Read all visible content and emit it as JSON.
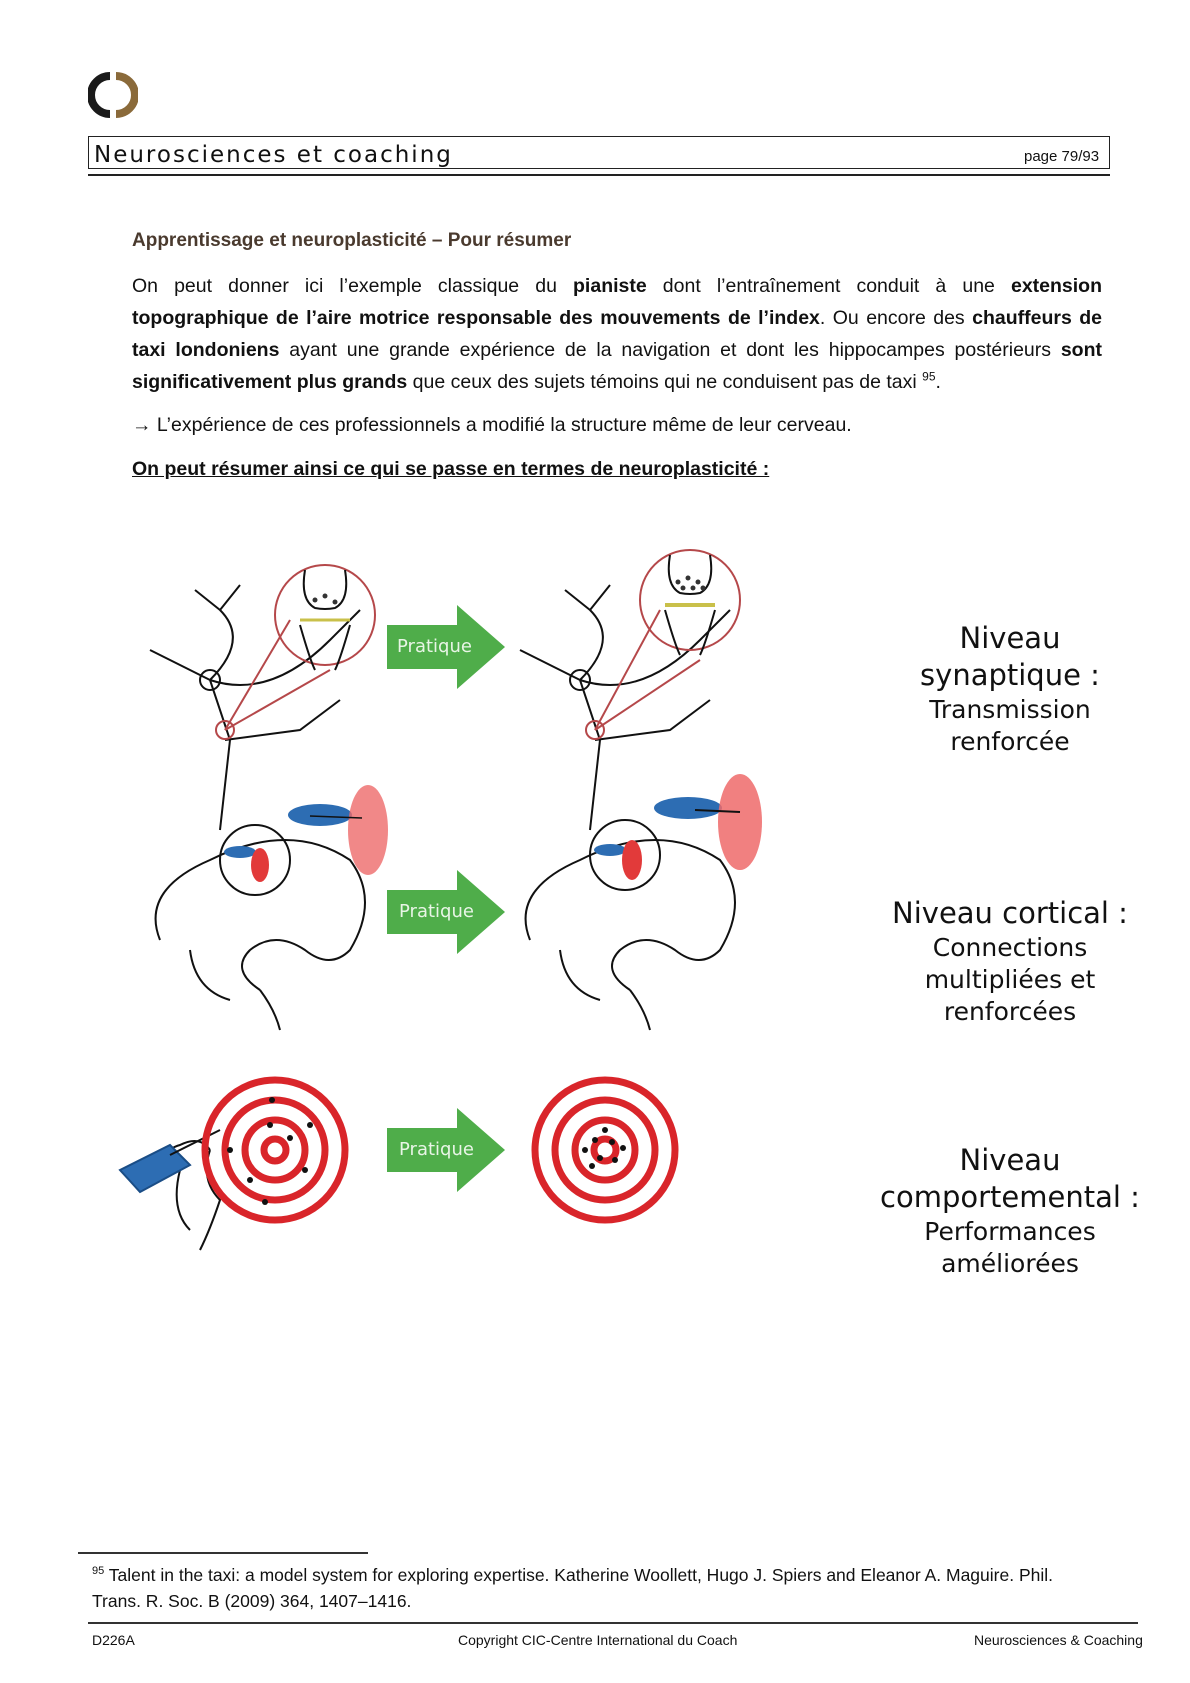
{
  "header": {
    "title": "Neurosciences et coaching",
    "page": "page 79/93"
  },
  "section": {
    "heading": "Apprentissage et neuroplasticité – Pour résumer",
    "para": {
      "p1": "On peut donner ici l’exemple classique du ",
      "b1": "pianiste",
      "p2": " dont l’entraînement conduit à une ",
      "b2": "extension topographique de l’aire motrice responsable des mouvements de l’index",
      "p3": ". Ou encore des ",
      "b3": "chauffeurs de taxi londoniens",
      "p4": " ayant une grande expérience de la navigation et dont les hippocampes postérieurs ",
      "b4": "sont significativement plus grands",
      "p5": " que ceux des sujets témoins qui ne conduisent pas de taxi ",
      "sup": "95",
      "p6": "."
    },
    "arrow_line": "→ L’expérience de ces professionnels a modifié la structure même de leur cerveau.",
    "summary_line": "On peut résumer ainsi ce qui se passe en termes de neuroplasticité :"
  },
  "figure": {
    "arrow_label": "Pratique",
    "levels": [
      {
        "title_a": "Niveau",
        "title_b": "synaptique :",
        "desc_a": "Transmission",
        "desc_b": "renforcée",
        "desc_c": ""
      },
      {
        "title_a": "Niveau cortical :",
        "title_b": "",
        "desc_a": "Connections",
        "desc_b": "multipliées et",
        "desc_c": "renforcées"
      },
      {
        "title_a": "Niveau",
        "title_b": "comportemental :",
        "desc_a": "Performances",
        "desc_b": "améliorées",
        "desc_c": ""
      }
    ],
    "colors": {
      "arrow": "#4fad4a",
      "target_red": "#d9252a",
      "cortex_blue": "#2d6db3",
      "cortex_red": "#e23a3a",
      "zoom_circle": "#b5484a"
    }
  },
  "footnote": {
    "num": "95",
    "text": "Talent in the taxi: a model system for exploring expertise. Katherine Woollett, Hugo J. Spiers and Eleanor A. Maguire. Phil. Trans. R. Soc. B (2009) 364, 1407–1416."
  },
  "footer": {
    "left": "D226A",
    "center": "Copyright CIC-Centre International du Coach",
    "right": "Neurosciences & Coaching"
  }
}
